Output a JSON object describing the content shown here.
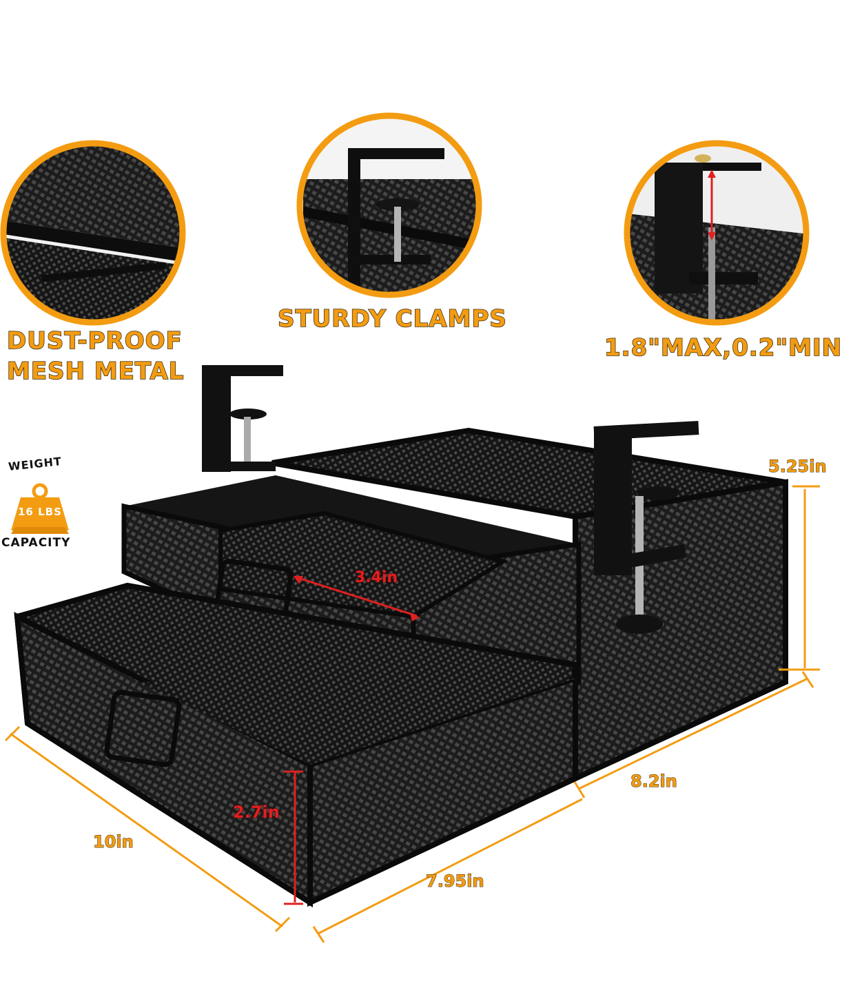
{
  "features": {
    "mesh_label": "DUST-PROOF MESH METAL",
    "mesh_line1": "DUST-PROOF",
    "mesh_line2": "MESH METAL",
    "clamps_label": "STURDY CLAMPS",
    "range_label": "1.8\"MAX,0.2\"MIN"
  },
  "weight_badge": {
    "top_text": "WEIGHT",
    "value": "16 LBS",
    "bottom_text": "CAPACITY"
  },
  "dimensions": {
    "height": "5.25in",
    "depth": "8.2in",
    "width": "10in",
    "front_width": "7.95in",
    "drawer_height": "2.7in",
    "tray_width": "3.4in"
  },
  "colors": {
    "accent": "#f39c12",
    "outline": "#3a2a10",
    "measure_red": "#e02020",
    "metal": "#1a1a1a"
  }
}
